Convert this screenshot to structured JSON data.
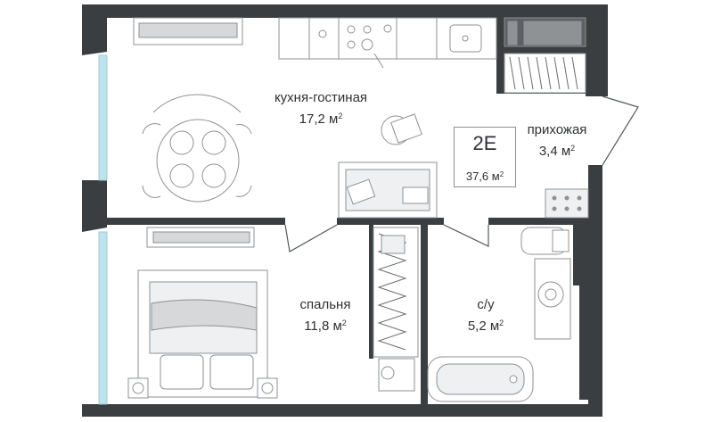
{
  "rooms": [
    {
      "id": "kitchen-living",
      "name": "кухня-гостиная",
      "area": "17,2 м",
      "unit_sup": "2"
    },
    {
      "id": "hallway",
      "name": "прихожая",
      "area": "3,4 м",
      "unit_sup": "2"
    },
    {
      "id": "bedroom",
      "name": "спальня",
      "area": "11,8 м",
      "unit_sup": "2"
    },
    {
      "id": "bathroom",
      "name": "с/у",
      "area": "5,2 м",
      "unit_sup": "2"
    }
  ],
  "apartment": {
    "code": "2E",
    "total_area": "37,6 м",
    "unit_sup": "2"
  },
  "colors": {
    "wall": "#3b3e41",
    "window": "#bfe3ea",
    "furniture": "#8e9295",
    "fill_dark": "#5c6064"
  }
}
